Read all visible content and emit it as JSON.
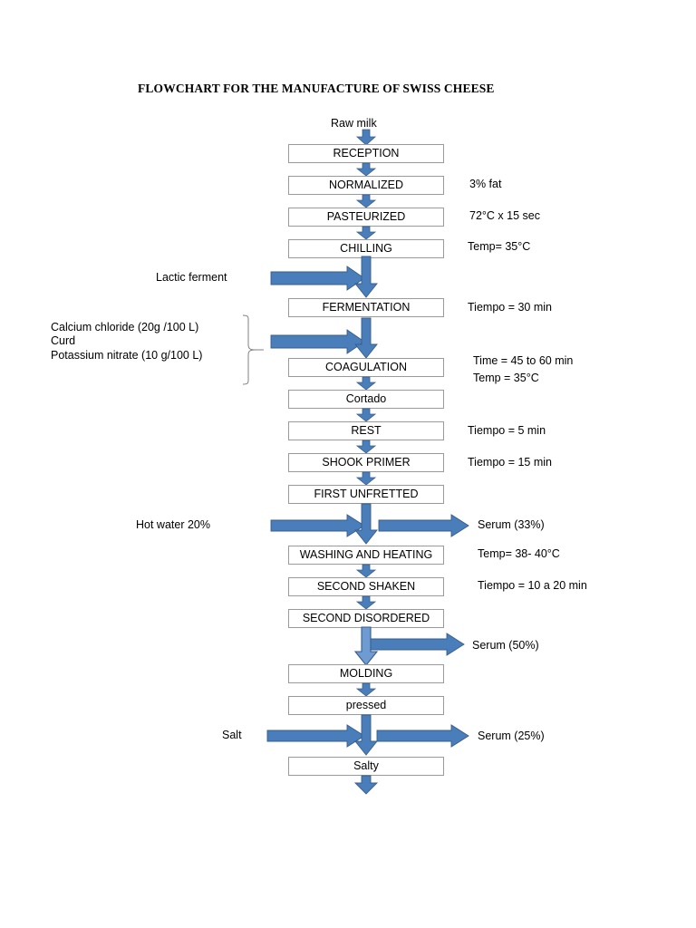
{
  "document": {
    "title": "FLOWCHART FOR THE MANUFACTURE OF SWISS CHEESE"
  },
  "colors": {
    "arrow_fill": "#4A7EBB",
    "arrow_stroke": "#385D8A",
    "arrow_fill_light": "#6E9BD1",
    "box_border": "#9A9A9A",
    "box_background": "#FFFFFF",
    "brace_stroke": "#808080",
    "text": "#000000"
  },
  "chart_data": {
    "type": "flowchart",
    "title": "FLOWCHART FOR THE MANUFACTURE OF SWISS CHEESE",
    "orientation": "top-to-bottom",
    "start_label": "Raw milk",
    "end_label": "",
    "nodes": [
      {
        "id": "raw-milk",
        "label": "Raw milk",
        "shape": "text",
        "note": ""
      },
      {
        "id": "reception",
        "label": "RECEPTION",
        "shape": "process",
        "note": ""
      },
      {
        "id": "normalized",
        "label": "NORMALIZED",
        "shape": "process",
        "note": "3% fat"
      },
      {
        "id": "pasteurized",
        "label": "PASTEURIZED",
        "shape": "process",
        "note": "72°C x 15 sec"
      },
      {
        "id": "chilling",
        "label": "CHILLING",
        "shape": "process",
        "note": "Temp= 35°C"
      },
      {
        "id": "fermentation",
        "label": "FERMENTATION",
        "shape": "process",
        "note": "Tiempo = 30 min"
      },
      {
        "id": "coagulation",
        "label": "COAGULATION",
        "shape": "process",
        "note": "Time = 45 to 60 min\nTemp = 35°C"
      },
      {
        "id": "cortado",
        "label": "Cortado",
        "shape": "process",
        "note": ""
      },
      {
        "id": "rest",
        "label": "REST",
        "shape": "process",
        "note": "Tiempo = 5 min"
      },
      {
        "id": "shook-primer",
        "label": "SHOOK PRIMER",
        "shape": "process",
        "note": "Tiempo = 15 min"
      },
      {
        "id": "first-unfretted",
        "label": "FIRST UNFRETTED",
        "shape": "process",
        "note": ""
      },
      {
        "id": "washing-heating",
        "label": "WASHING AND HEATING",
        "shape": "process",
        "note": "Temp= 38- 40°C"
      },
      {
        "id": "second-shaken",
        "label": "SECOND SHAKEN",
        "shape": "process",
        "note": "Tiempo = 10 a 20 min"
      },
      {
        "id": "second-disordered",
        "label": "SECOND DISORDERED",
        "shape": "process",
        "note": ""
      },
      {
        "id": "molding",
        "label": "MOLDING",
        "shape": "process",
        "note": ""
      },
      {
        "id": "pressed",
        "label": "pressed",
        "shape": "process",
        "note": ""
      },
      {
        "id": "salty",
        "label": "Salty",
        "shape": "process",
        "note": ""
      }
    ],
    "inputs": [
      {
        "id": "lactic-ferment",
        "label": "Lactic ferment",
        "into": "fermentation"
      },
      {
        "id": "additives",
        "label": "Calcium chloride (20g /100 L)\nCurd\nPotassium nitrate (10 g/100 L)",
        "into": "coagulation",
        "grouped_by_brace": true
      },
      {
        "id": "hot-water",
        "label": "Hot water 20%",
        "into": "washing-heating"
      },
      {
        "id": "salt",
        "label": "Salt",
        "into": "salty"
      }
    ],
    "outputs": [
      {
        "id": "serum-33",
        "label": "Serum (33%)",
        "from": "first-unfretted"
      },
      {
        "id": "serum-50",
        "label": "Serum (50%)",
        "from": "second-disordered"
      },
      {
        "id": "serum-25",
        "label": "Serum (25%)",
        "from": "pressed"
      }
    ]
  },
  "nodes": {
    "raw_milk": "Raw milk",
    "reception": "RECEPTION",
    "normalized": "NORMALIZED",
    "pasteurized": "PASTEURIZED",
    "chilling": "CHILLING",
    "fermentation": "FERMENTATION",
    "coagulation": "COAGULATION",
    "cortado": "Cortado",
    "rest": "REST",
    "shook_primer": "SHOOK PRIMER",
    "first_unfretted": "FIRST UNFRETTED",
    "washing_heating": "WASHING AND HEATING",
    "second_shaken": "SECOND SHAKEN",
    "second_disordered": "SECOND DISORDERED",
    "molding": "MOLDING",
    "pressed": "pressed",
    "salty": "Salty"
  },
  "notes": {
    "normalized": "3% fat",
    "pasteurized": "72°C x 15 sec",
    "chilling": "Temp= 35°C",
    "fermentation": "Tiempo = 30 min",
    "coagulation_1": "Time = 45 to 60 min",
    "coagulation_2": "Temp = 35°C",
    "rest": "Tiempo = 5 min",
    "shook_primer": "Tiempo = 15 min",
    "washing_heating": "Temp= 38- 40°C",
    "second_shaken": "Tiempo = 10 a 20 min"
  },
  "inputs": {
    "lactic_ferment": "Lactic ferment",
    "additive_line_1": "Calcium chloride (20g /100 L)",
    "additive_line_2": "Curd",
    "additive_line_3": "Potassium nitrate (10 g/100 L)",
    "hot_water": "Hot water 20%",
    "salt": "Salt"
  },
  "outputs": {
    "serum_33": "Serum (33%)",
    "serum_50": "Serum (50%)",
    "serum_25": "Serum (25%)"
  }
}
